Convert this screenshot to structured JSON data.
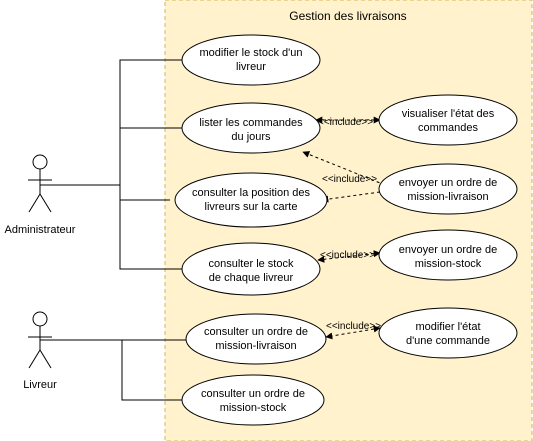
{
  "system": {
    "title": "Gestion des livraisons"
  },
  "actors": [
    {
      "id": "admin",
      "label": "Administrateur"
    },
    {
      "id": "livreur",
      "label": "Livreur"
    }
  ],
  "use_cases": [
    {
      "id": "uc1",
      "lines": [
        "modifier le stock d'un",
        "livreur"
      ]
    },
    {
      "id": "uc2",
      "lines": [
        "lister les commandes",
        "du jours"
      ]
    },
    {
      "id": "uc3",
      "lines": [
        "consulter la position des",
        "livreurs sur la carte"
      ]
    },
    {
      "id": "uc4",
      "lines": [
        "consulter le stock",
        "de chaque livreur"
      ]
    },
    {
      "id": "uc5",
      "lines": [
        "consulter un ordre de",
        "mission-livraison"
      ]
    },
    {
      "id": "uc6",
      "lines": [
        "consulter un ordre de",
        "mission-stock"
      ]
    },
    {
      "id": "uc7",
      "lines": [
        "visualiser l'état des",
        "commandes"
      ]
    },
    {
      "id": "uc8",
      "lines": [
        "envoyer un ordre de",
        "mission-livraison"
      ]
    },
    {
      "id": "uc9",
      "lines": [
        "envoyer un ordre de",
        "mission-stock"
      ]
    },
    {
      "id": "uc10",
      "lines": [
        "modifier l'état",
        "d'une commande"
      ]
    }
  ],
  "relations": {
    "include_label": "<<include>>"
  },
  "colors": {
    "system_fill": "#fff2cc",
    "system_stroke": "#d6b656",
    "line": "#000000",
    "usecase_fill": "#ffffff"
  }
}
